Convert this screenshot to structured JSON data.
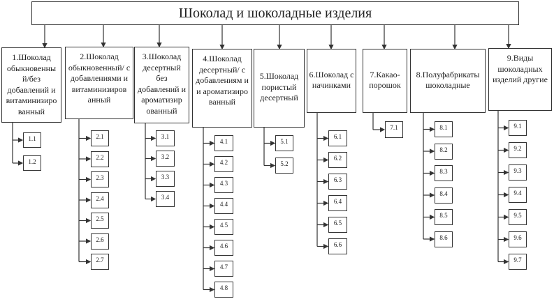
{
  "title": "Шоколад и шоколадные изделия",
  "categories": [
    {
      "label": "1.Шоколад обыкновенны й/без добавлений и витаминизиро ванный",
      "items": [
        "1.1",
        "1.2"
      ]
    },
    {
      "label": "2.Шоколад обыкновенный/ с добавлениями и витаминизиров анный",
      "items": [
        "2.1",
        "2.2",
        "2.3",
        "2.4",
        "2.5",
        "2.6",
        "2.7"
      ]
    },
    {
      "label": "3.Шоколад десертный без добавлений и ароматизир ованный",
      "items": [
        "3.1",
        "3.2",
        "3.3",
        "3.4"
      ]
    },
    {
      "label": "4.Шоколад десертный/ с добавлениям и и ароматизиро ванный",
      "items": [
        "4.1",
        "4.2",
        "4.3",
        "4.4",
        "4.5",
        "4.6",
        "4.7",
        "4.8"
      ]
    },
    {
      "label": "5.Шоколад пористый десертный",
      "items": [
        "5.1",
        "5.2"
      ]
    },
    {
      "label": "6.Шоколад с начинками",
      "items": [
        "6.1",
        "6.2",
        "6.3",
        "6.4",
        "6.5",
        "6.6"
      ]
    },
    {
      "label": "7.Какао-порошок",
      "items": [
        "7.1"
      ]
    },
    {
      "label": "8.Полуфабрикаты шоколадные",
      "items": [
        "8.1",
        "8.2",
        "8.3",
        "8.4",
        "8.5",
        "8.6"
      ]
    },
    {
      "label": "9.Виды шоколадных изделий другие",
      "items": [
        "9.1",
        "9.2",
        "9.3",
        "9.4",
        "9.5",
        "9.6",
        "9.7"
      ]
    }
  ]
}
